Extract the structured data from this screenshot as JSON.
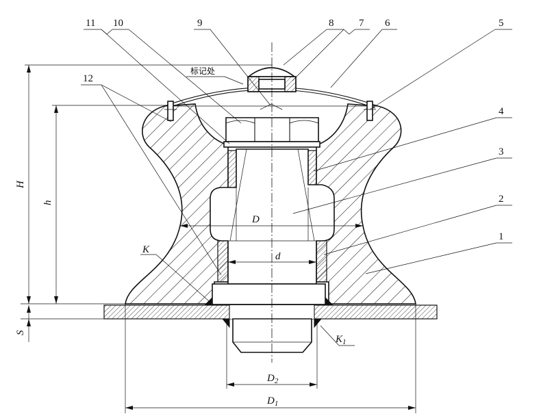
{
  "part_numbers": [
    "1",
    "2",
    "3",
    "4",
    "5",
    "6",
    "7",
    "8",
    "9",
    "10",
    "11",
    "12"
  ],
  "annotation_mark": "标记处",
  "dims": {
    "H": "H",
    "h": "h",
    "D": "D",
    "d": "d",
    "S": "S",
    "K": "K",
    "K1_main": "K",
    "K1_sub": "1",
    "D2_main": "D",
    "D2_sub": "2",
    "D1_main": "D",
    "D1_sub": "1"
  }
}
